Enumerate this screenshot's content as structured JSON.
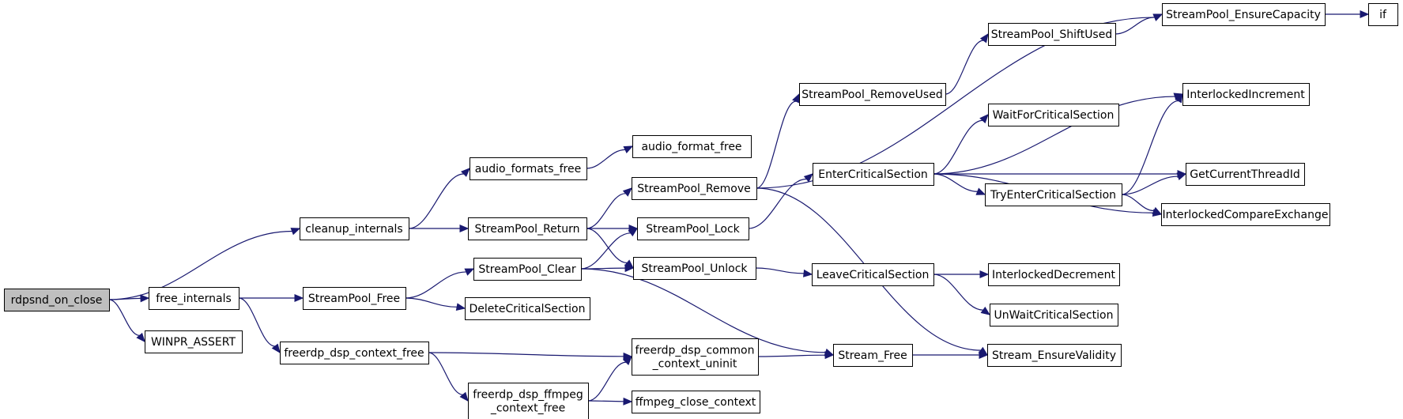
{
  "graph": {
    "nodes": [
      {
        "id": "rdpsnd_on_close",
        "lines": [
          "rdpsnd_on_close"
        ],
        "highlight": true
      },
      {
        "id": "cleanup_internals",
        "lines": [
          "cleanup_internals"
        ]
      },
      {
        "id": "free_internals",
        "lines": [
          "free_internals"
        ]
      },
      {
        "id": "WINPR_ASSERT",
        "lines": [
          "WINPR_ASSERT"
        ]
      },
      {
        "id": "audio_formats_free",
        "lines": [
          "audio_formats_free"
        ]
      },
      {
        "id": "StreamPool_Return",
        "lines": [
          "StreamPool_Return"
        ]
      },
      {
        "id": "StreamPool_Free",
        "lines": [
          "StreamPool_Free"
        ]
      },
      {
        "id": "freerdp_dsp_context_free",
        "lines": [
          "freerdp_dsp_context_free"
        ]
      },
      {
        "id": "StreamPool_Clear",
        "lines": [
          "StreamPool_Clear"
        ]
      },
      {
        "id": "DeleteCriticalSection",
        "lines": [
          "DeleteCriticalSection"
        ]
      },
      {
        "id": "freerdp_dsp_ffmpeg_context_free",
        "lines": [
          "freerdp_dsp_ffmpeg",
          "_context_free"
        ]
      },
      {
        "id": "audio_format_free",
        "lines": [
          "audio_format_free"
        ]
      },
      {
        "id": "StreamPool_Remove",
        "lines": [
          "StreamPool_Remove"
        ]
      },
      {
        "id": "StreamPool_Lock",
        "lines": [
          "StreamPool_Lock"
        ]
      },
      {
        "id": "StreamPool_Unlock",
        "lines": [
          "StreamPool_Unlock"
        ]
      },
      {
        "id": "freerdp_dsp_common_context_uninit",
        "lines": [
          "freerdp_dsp_common",
          "_context_uninit"
        ]
      },
      {
        "id": "ffmpeg_close_context",
        "lines": [
          "ffmpeg_close_context"
        ]
      },
      {
        "id": "StreamPool_RemoveUsed",
        "lines": [
          "StreamPool_RemoveUsed"
        ]
      },
      {
        "id": "EnterCriticalSection",
        "lines": [
          "EnterCriticalSection"
        ]
      },
      {
        "id": "LeaveCriticalSection",
        "lines": [
          "LeaveCriticalSection"
        ]
      },
      {
        "id": "Stream_Free",
        "lines": [
          "Stream_Free"
        ]
      },
      {
        "id": "StreamPool_ShiftUsed",
        "lines": [
          "StreamPool_ShiftUsed"
        ]
      },
      {
        "id": "WaitForCriticalSection",
        "lines": [
          "WaitForCriticalSection"
        ]
      },
      {
        "id": "TryEnterCriticalSection",
        "lines": [
          "TryEnterCriticalSection"
        ]
      },
      {
        "id": "InterlockedDecrement",
        "lines": [
          "InterlockedDecrement"
        ]
      },
      {
        "id": "UnWaitCriticalSection",
        "lines": [
          "UnWaitCriticalSection"
        ]
      },
      {
        "id": "Stream_EnsureValidity",
        "lines": [
          "Stream_EnsureValidity"
        ]
      },
      {
        "id": "StreamPool_EnsureCapacity",
        "lines": [
          "StreamPool_EnsureCapacity"
        ]
      },
      {
        "id": "if",
        "lines": [
          "if"
        ]
      },
      {
        "id": "InterlockedIncrement",
        "lines": [
          "InterlockedIncrement"
        ]
      },
      {
        "id": "GetCurrentThreadId",
        "lines": [
          "GetCurrentThreadId"
        ]
      },
      {
        "id": "InterlockedCompareExchange",
        "lines": [
          "InterlockedCompareExchange"
        ]
      }
    ],
    "edges": [
      [
        "rdpsnd_on_close",
        "cleanup_internals"
      ],
      [
        "rdpsnd_on_close",
        "free_internals"
      ],
      [
        "rdpsnd_on_close",
        "WINPR_ASSERT"
      ],
      [
        "cleanup_internals",
        "audio_formats_free"
      ],
      [
        "cleanup_internals",
        "StreamPool_Return"
      ],
      [
        "audio_formats_free",
        "audio_format_free"
      ],
      [
        "StreamPool_Return",
        "StreamPool_Remove"
      ],
      [
        "StreamPool_Return",
        "StreamPool_Lock"
      ],
      [
        "StreamPool_Return",
        "StreamPool_Unlock"
      ],
      [
        "free_internals",
        "StreamPool_Free"
      ],
      [
        "free_internals",
        "freerdp_dsp_context_free"
      ],
      [
        "StreamPool_Free",
        "StreamPool_Clear"
      ],
      [
        "StreamPool_Free",
        "DeleteCriticalSection"
      ],
      [
        "StreamPool_Clear",
        "StreamPool_Lock"
      ],
      [
        "StreamPool_Clear",
        "StreamPool_Unlock"
      ],
      [
        "StreamPool_Clear",
        "Stream_Free"
      ],
      [
        "freerdp_dsp_context_free",
        "freerdp_dsp_common_context_uninit"
      ],
      [
        "freerdp_dsp_context_free",
        "freerdp_dsp_ffmpeg_context_free"
      ],
      [
        "freerdp_dsp_ffmpeg_context_free",
        "freerdp_dsp_common_context_uninit"
      ],
      [
        "freerdp_dsp_ffmpeg_context_free",
        "ffmpeg_close_context"
      ],
      [
        "freerdp_dsp_common_context_uninit",
        "Stream_Free"
      ],
      [
        "StreamPool_Remove",
        "StreamPool_EnsureCapacity"
      ],
      [
        "StreamPool_Remove",
        "StreamPool_RemoveUsed"
      ],
      [
        "StreamPool_Remove",
        "Stream_EnsureValidity"
      ],
      [
        "StreamPool_RemoveUsed",
        "StreamPool_ShiftUsed"
      ],
      [
        "StreamPool_ShiftUsed",
        "StreamPool_EnsureCapacity"
      ],
      [
        "StreamPool_EnsureCapacity",
        "if"
      ],
      [
        "StreamPool_Lock",
        "EnterCriticalSection"
      ],
      [
        "StreamPool_Unlock",
        "LeaveCriticalSection"
      ],
      [
        "EnterCriticalSection",
        "InterlockedIncrement"
      ],
      [
        "EnterCriticalSection",
        "WaitForCriticalSection"
      ],
      [
        "EnterCriticalSection",
        "GetCurrentThreadId"
      ],
      [
        "EnterCriticalSection",
        "TryEnterCriticalSection"
      ],
      [
        "EnterCriticalSection",
        "InterlockedCompareExchange"
      ],
      [
        "TryEnterCriticalSection",
        "InterlockedIncrement"
      ],
      [
        "TryEnterCriticalSection",
        "GetCurrentThreadId"
      ],
      [
        "TryEnterCriticalSection",
        "InterlockedCompareExchange"
      ],
      [
        "LeaveCriticalSection",
        "InterlockedDecrement"
      ],
      [
        "LeaveCriticalSection",
        "UnWaitCriticalSection"
      ],
      [
        "Stream_Free",
        "Stream_EnsureValidity"
      ]
    ],
    "colors": {
      "edge": "#191970",
      "node_fill": "#ffffff",
      "root_fill": "#bfbfbf",
      "border": "#000000"
    }
  }
}
